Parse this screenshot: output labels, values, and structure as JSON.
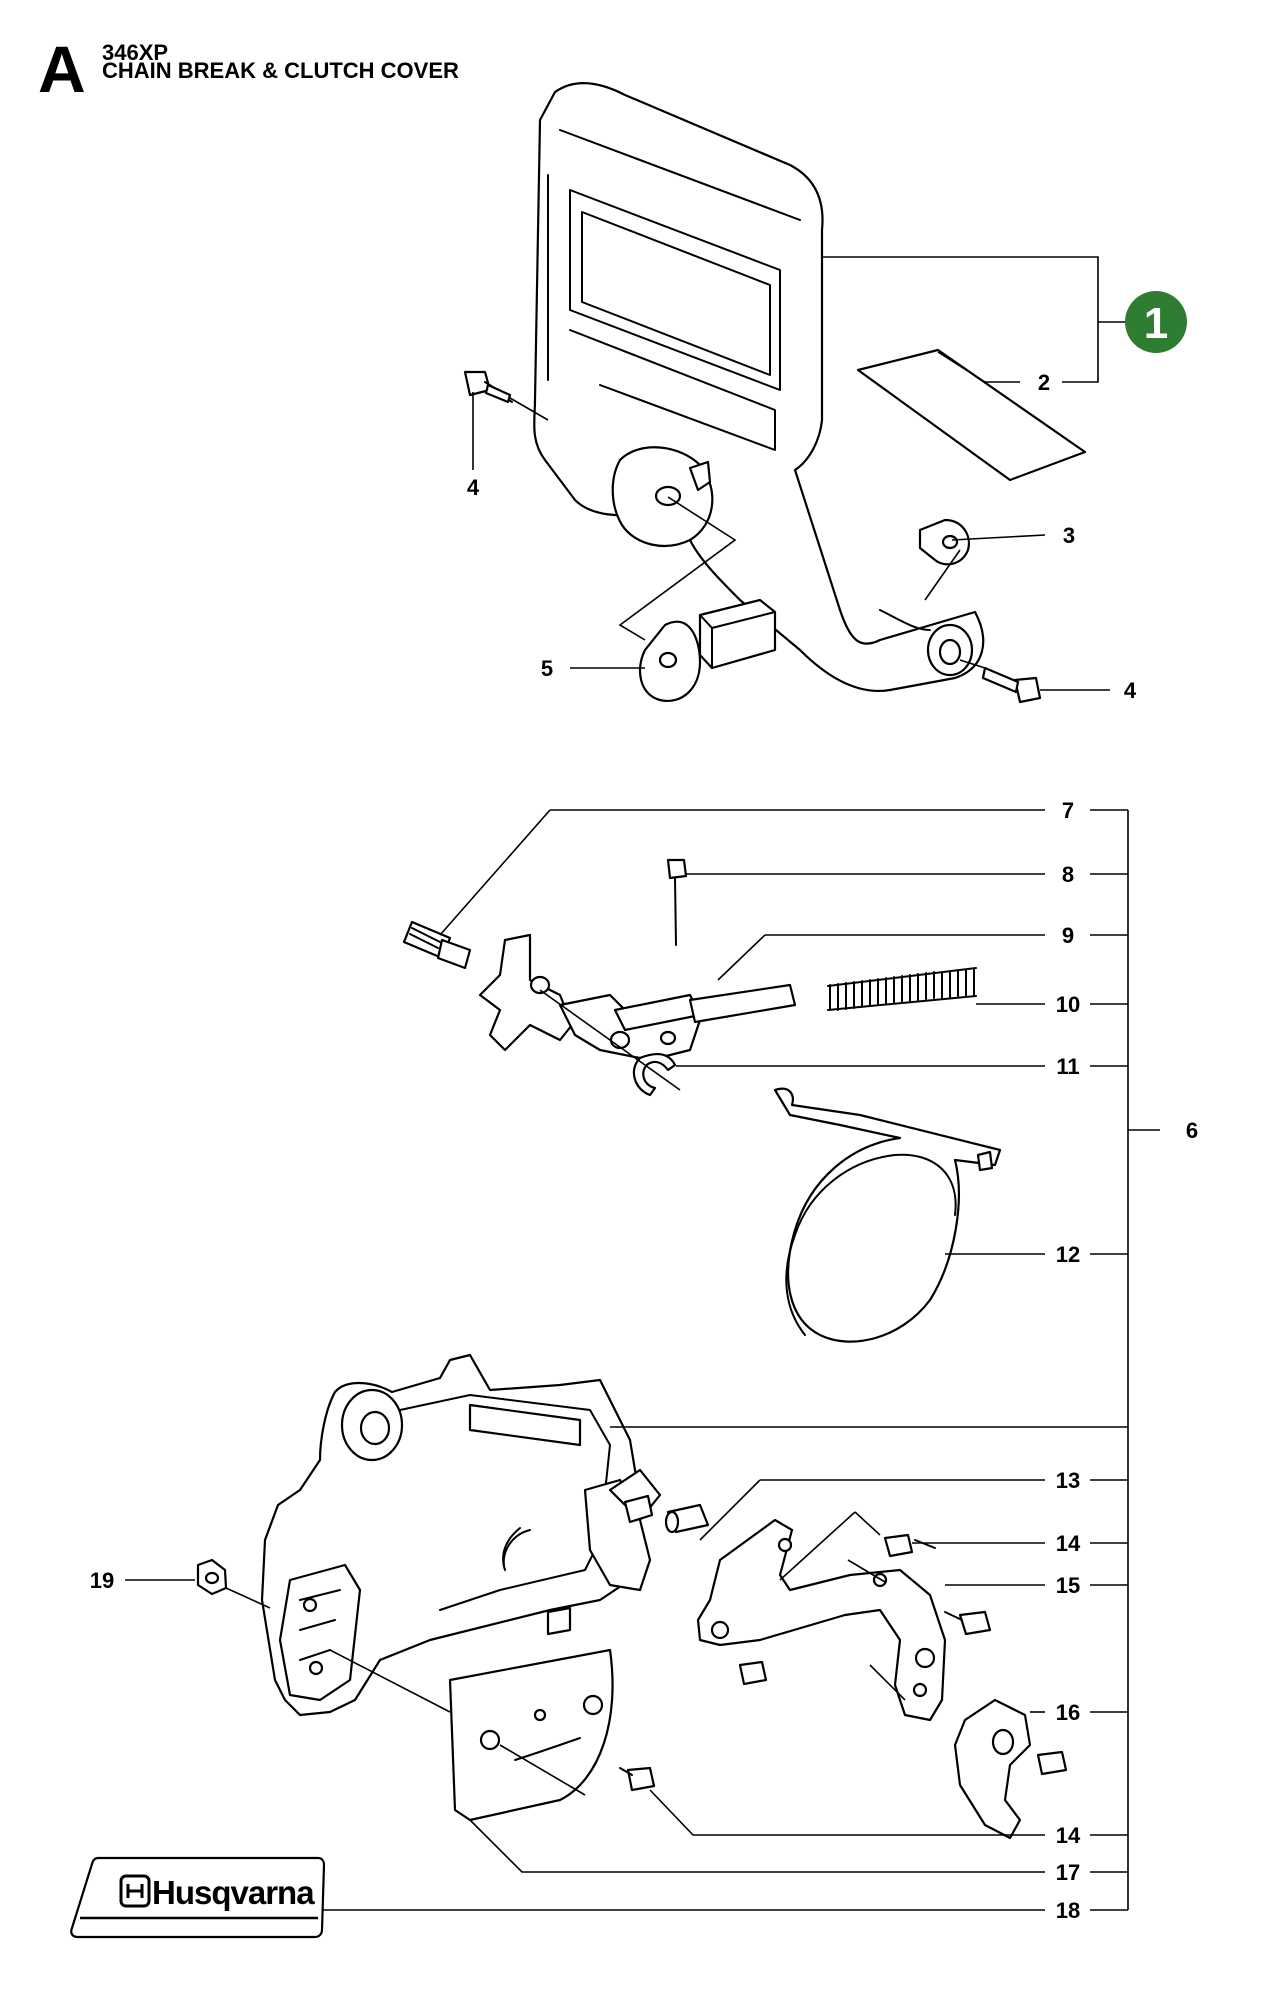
{
  "header": {
    "section_letter": "A",
    "model": "346XP",
    "title": "CHAIN BREAK & CLUTCH COVER"
  },
  "badge": {
    "label": "1",
    "color": "#2e7d32"
  },
  "brand": {
    "name": "Husqvarna"
  },
  "callouts": {
    "c2": "2",
    "c3": "3",
    "c4a": "4",
    "c4b": "4",
    "c5": "5",
    "c6": "6",
    "c7": "7",
    "c8": "8",
    "c9": "9",
    "c10": "10",
    "c11": "11",
    "c12": "12",
    "c13": "13",
    "c14a": "14",
    "c14b": "14",
    "c15": "15",
    "c16": "16",
    "c17": "17",
    "c18": "18",
    "c19": "19"
  }
}
